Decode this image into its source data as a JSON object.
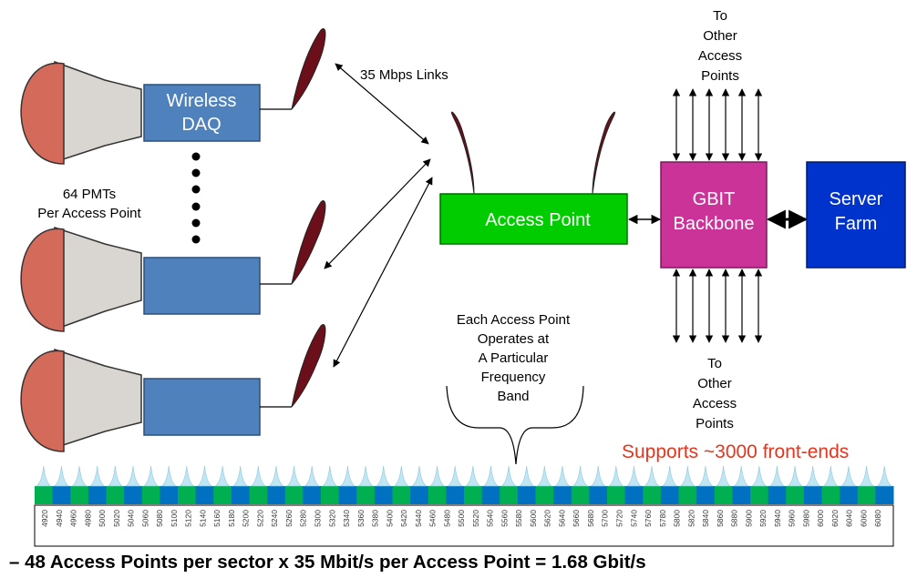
{
  "wireless_daq": {
    "line1": "Wireless",
    "line2": "DAQ"
  },
  "pmt_label": {
    "line1": "64 PMTs",
    "line2": "Per Access Point"
  },
  "links_label": "35 Mbps Links",
  "access_point": "Access Point",
  "backbone": {
    "line1": "GBIT",
    "line2": "Backbone"
  },
  "server_farm": {
    "line1": "Server",
    "line2": "Farm"
  },
  "other_ap_top": [
    "To",
    "Other",
    "Access",
    "Points"
  ],
  "other_ap_bottom": [
    "To",
    "Other",
    "Access",
    "Points"
  ],
  "band_note": [
    "Each Access Point",
    "Operates at",
    "A Particular",
    "Frequency",
    "Band"
  ],
  "supports": "Supports ~3000 front-ends",
  "frequencies": [
    "4920",
    "4940",
    "4960",
    "4980",
    "5000",
    "5020",
    "5040",
    "5060",
    "5080",
    "5100",
    "5120",
    "5140",
    "5160",
    "5180",
    "5200",
    "5220",
    "5240",
    "5260",
    "5280",
    "5300",
    "5320",
    "5340",
    "5360",
    "5380",
    "5400",
    "5420",
    "5440",
    "5460",
    "5480",
    "5500",
    "5520",
    "5540",
    "5560",
    "5580",
    "5600",
    "5620",
    "5640",
    "5660",
    "5680",
    "5700",
    "5720",
    "5740",
    "5760",
    "5780",
    "5800",
    "5820",
    "5840",
    "5860",
    "5880",
    "5900",
    "5920",
    "5940",
    "5960",
    "5980",
    "6000",
    "6020",
    "6040",
    "6060",
    "6080"
  ],
  "summary": "– 48 Access Points per sector x 35 Mbit/s per Access Point = 1.68 Gbit/s",
  "colors": {
    "daq_box": "#4F81BD",
    "access_point": "#00CC00",
    "backbone": "#CC3399",
    "server_farm": "#0033CC",
    "pmt_dome": "#D46A5A",
    "pmt_neck": "#D9D6D2",
    "antenna": "#6B0F1A",
    "band_green": "#00B050",
    "band_blue": "#0070C0",
    "supports_text": "#E8341C"
  }
}
